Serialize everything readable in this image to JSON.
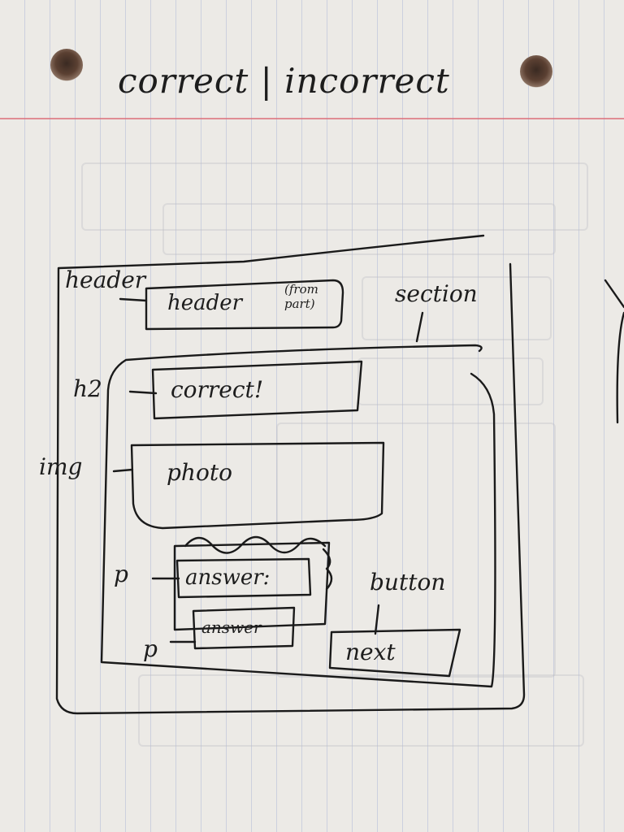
{
  "title": "correct | incorrect",
  "labels": {
    "header_tag": "header",
    "section_tag": "section",
    "h2_tag": "h2",
    "img_tag": "img",
    "p_tag_1": "p",
    "p_tag_2": "p",
    "button_tag": "button"
  },
  "boxes": {
    "header_box_main": "header",
    "header_box_note_line1": "(from",
    "header_box_note_line2": "part)",
    "h2_box": "correct!",
    "img_box": "photo",
    "p_box_1": "answer:",
    "p_box_2": "answer",
    "button_box": "next"
  },
  "colors": {
    "ink": "#1a1a1a",
    "paper": "#eceae6",
    "rule_lines": "#8c96c8",
    "margin_line": "#dc6e78"
  }
}
